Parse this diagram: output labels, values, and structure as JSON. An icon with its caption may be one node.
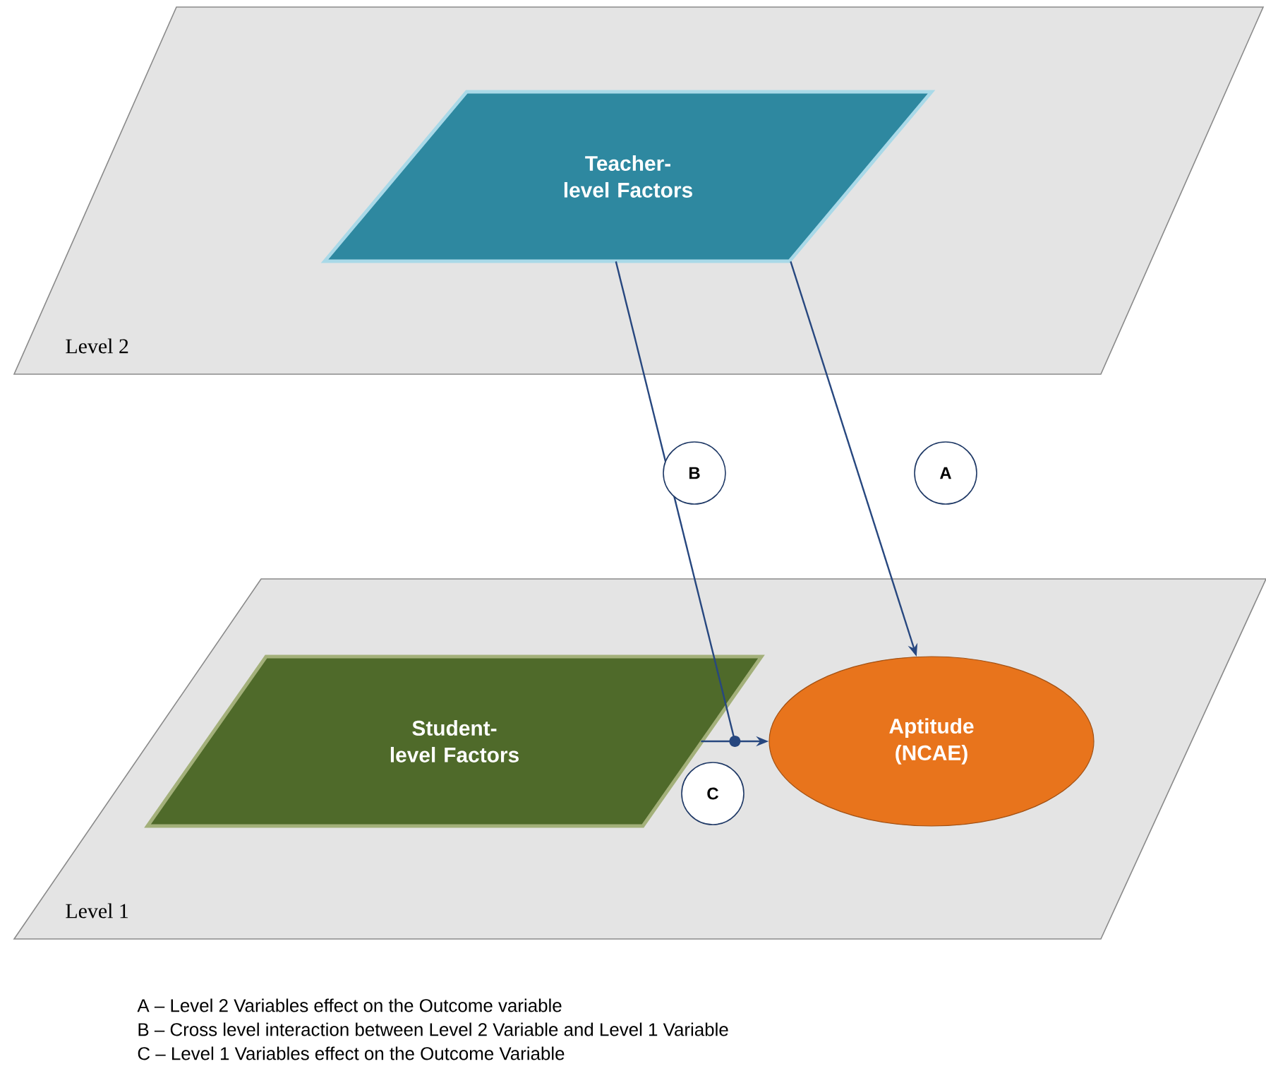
{
  "diagram": {
    "nodes": [
      {
        "text": [
          "Level 2"
        ]
      },
      {
        "text": [
          "Teacher-level Factors"
        ],
        "in": 0
      },
      {
        "text": [
          "Level 1"
        ]
      },
      {
        "text": [
          "Student-level Factors"
        ],
        "in": 2
      },
      {
        "text": [
          "Aptitude (NCAE)"
        ],
        "in": 2
      }
    ],
    "edges": [
      {
        "from": 1,
        "to": 4,
        "arrow": "to",
        "label": "A"
      },
      {
        "from": 1,
        "to": null,
        "arrow": "other",
        "label": "B"
      },
      {
        "from": 3,
        "to": 4,
        "arrow": "to",
        "label": "C"
      }
    ],
    "labels": [
      "A – Level 2 Variables effect on the Outcome variable",
      "B – Cross level interaction between Level 2 Variable and Level 1 Variable",
      "C – Level 1 Variables effect on the Outcome Variable"
    ]
  }
}
